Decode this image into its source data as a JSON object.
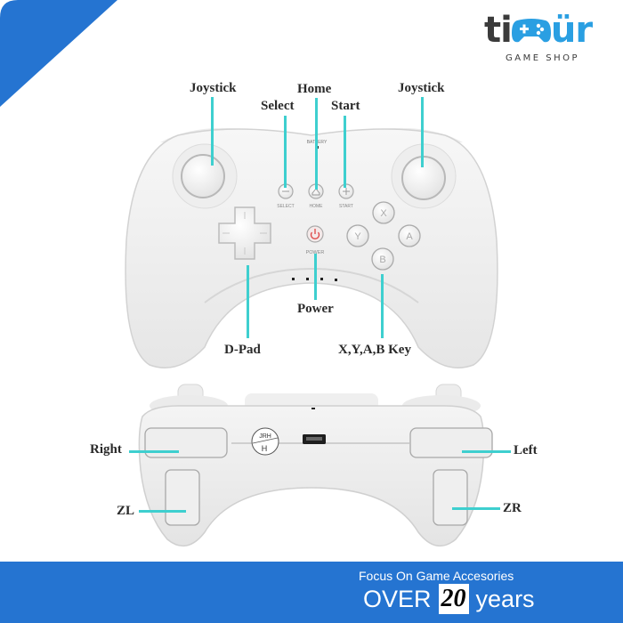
{
  "brand": {
    "name_part1": "ti",
    "name_part2": "ür",
    "subtitle": "GAME SHOP",
    "accent_color": "#2a9fe2",
    "text_color": "#3b3b3b"
  },
  "decor": {
    "corner_color": "#2574d1",
    "leader_color": "#3ecfcf"
  },
  "front_view": {
    "labels": {
      "joystick_left": "Joystick",
      "joystick_right": "Joystick",
      "home": "Home",
      "select": "Select",
      "start": "Start",
      "dpad": "D-Pad",
      "power": "Power",
      "face_buttons": "X,Y,A,B Key"
    },
    "printed_text": {
      "battery": "BATTERY",
      "select": "SELECT",
      "home": "HOME",
      "start": "START",
      "power": "POWER"
    },
    "face_buttons": [
      "X",
      "Y",
      "A",
      "B"
    ]
  },
  "rear_view": {
    "labels": {
      "right_bumper": "Right",
      "left_bumper": "Left",
      "zl": "ZL",
      "zr": "ZR"
    },
    "badge_top": "JRH",
    "badge_bottom": "H"
  },
  "banner": {
    "tagline": "Focus On Game Accesories",
    "over": "OVER",
    "years_number": "20",
    "years_label": "years",
    "background": "#2574d1"
  }
}
